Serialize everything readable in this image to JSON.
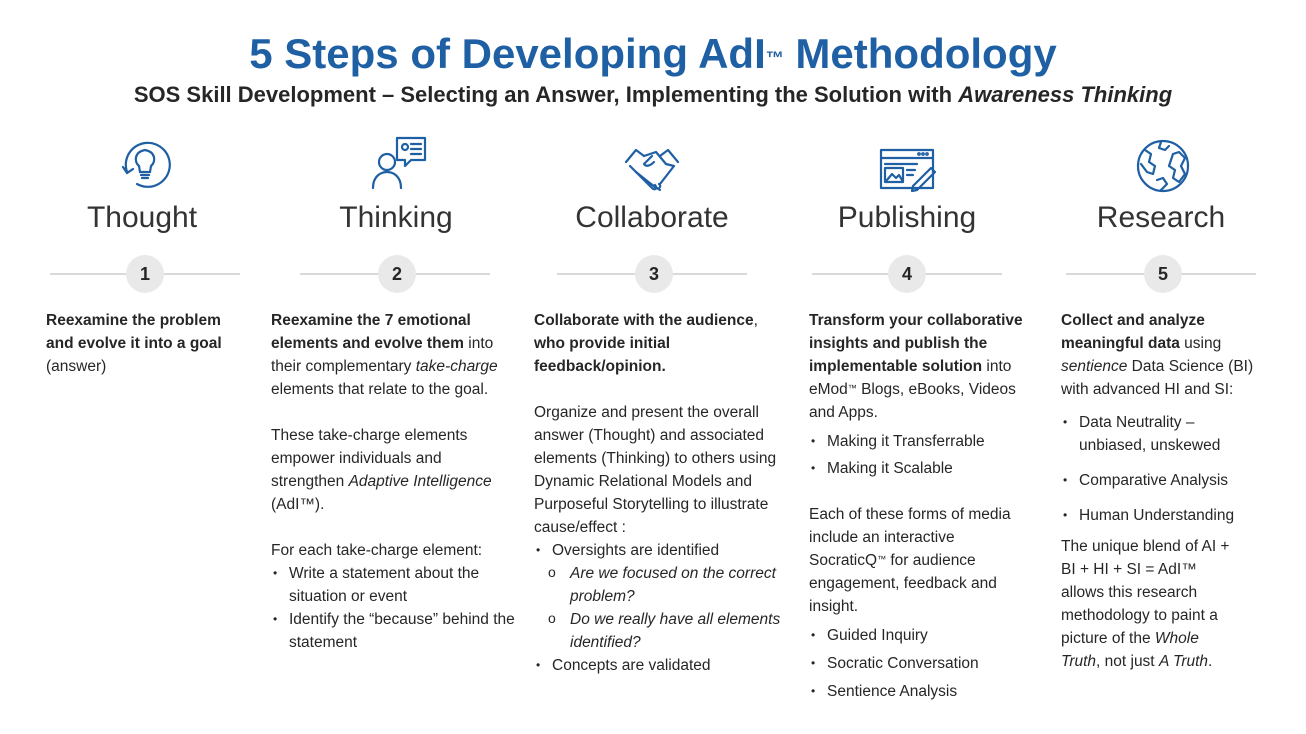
{
  "header": {
    "title": "5 Steps of Developing AdI",
    "title_tm": "™",
    "title_end": " Methodology",
    "subtitle_main": "SOS Skill Development – Selecting an Answer, Implementing the Solution with ",
    "subtitle_italic": "Awareness Thinking"
  },
  "colors": {
    "title": "#1f5fa3",
    "icon": "#1f5fa3",
    "text": "#262626",
    "circle": "#e9e9e9",
    "line": "#d9d9d9"
  },
  "steps": [
    {
      "icon": "lightbulb-cycle-icon",
      "name": "Thought",
      "number": "1",
      "b1": "Reexamine the problem and evolve it into a goal",
      "t1": " (answer)"
    },
    {
      "icon": "person-presentation-icon",
      "name": "Thinking",
      "number": "2",
      "b1": "Reexamine the 7 emotional elements and evolve them",
      "t1": " into their complementary ",
      "i1": "take-charge",
      "t2": " elements that relate to the goal.",
      "p2a": "These take-charge elements empower individuals and strengthen ",
      "p2i": "Adaptive Intelligence",
      "p2b": " (AdI™).",
      "p3": "For each take-charge element:",
      "bullets": [
        "Write a statement about the situation or event",
        "Identify the “because” behind the statement"
      ]
    },
    {
      "icon": "handshake-icon",
      "name": "Collaborate",
      "number": "3",
      "b1": "Collaborate with the audience",
      "t1": ", ",
      "b2": "who provide initial feedback/opinion.",
      "p2": "Organize and present the overall answer (Thought) and associated elements (Thinking) to others using Dynamic Relational Models and Purposeful Storytelling to illustrate cause/effect :",
      "bullet1": "Oversights are identified",
      "sub": [
        "Are we focused on the correct problem?",
        "Do we really have all elements identified?"
      ],
      "bullet2": "Concepts are validated"
    },
    {
      "icon": "web-publishing-icon",
      "name": "Publishing",
      "number": "4",
      "b1": "Transform your collaborative insights and publish the implementable solution",
      "t1": " into eMod",
      "tm": "™",
      "t2": " Blogs, eBooks, Videos and Apps.",
      "bullets1": [
        "Making it Transferrable",
        "Making it Scalable"
      ],
      "p2a": "Each of these forms of media include an interactive SocraticQ",
      "p2tm": "™",
      "p2b": " for audience engagement, feedback and insight.",
      "bullets2": [
        "Guided Inquiry",
        "Socratic Conversation",
        "Sentience Analysis"
      ]
    },
    {
      "icon": "globe-icon",
      "name": "Research",
      "number": "5",
      "b1": "Collect and analyze meaningful data",
      "t1": " using ",
      "i1": "sentience",
      "t2": " Data Science (BI) with advanced HI and SI:",
      "bullets": [
        "Data Neutrality – unbiased, unskewed",
        "Comparative Analysis",
        "Human Understanding"
      ],
      "p2a": "The unique blend of AI + BI + HI + SI = AdI™ allows this research methodology to paint a picture of the ",
      "p2i": "Whole Truth",
      "p2b": ", not just ",
      "p2i2": "A Truth",
      "p2c": "."
    }
  ]
}
